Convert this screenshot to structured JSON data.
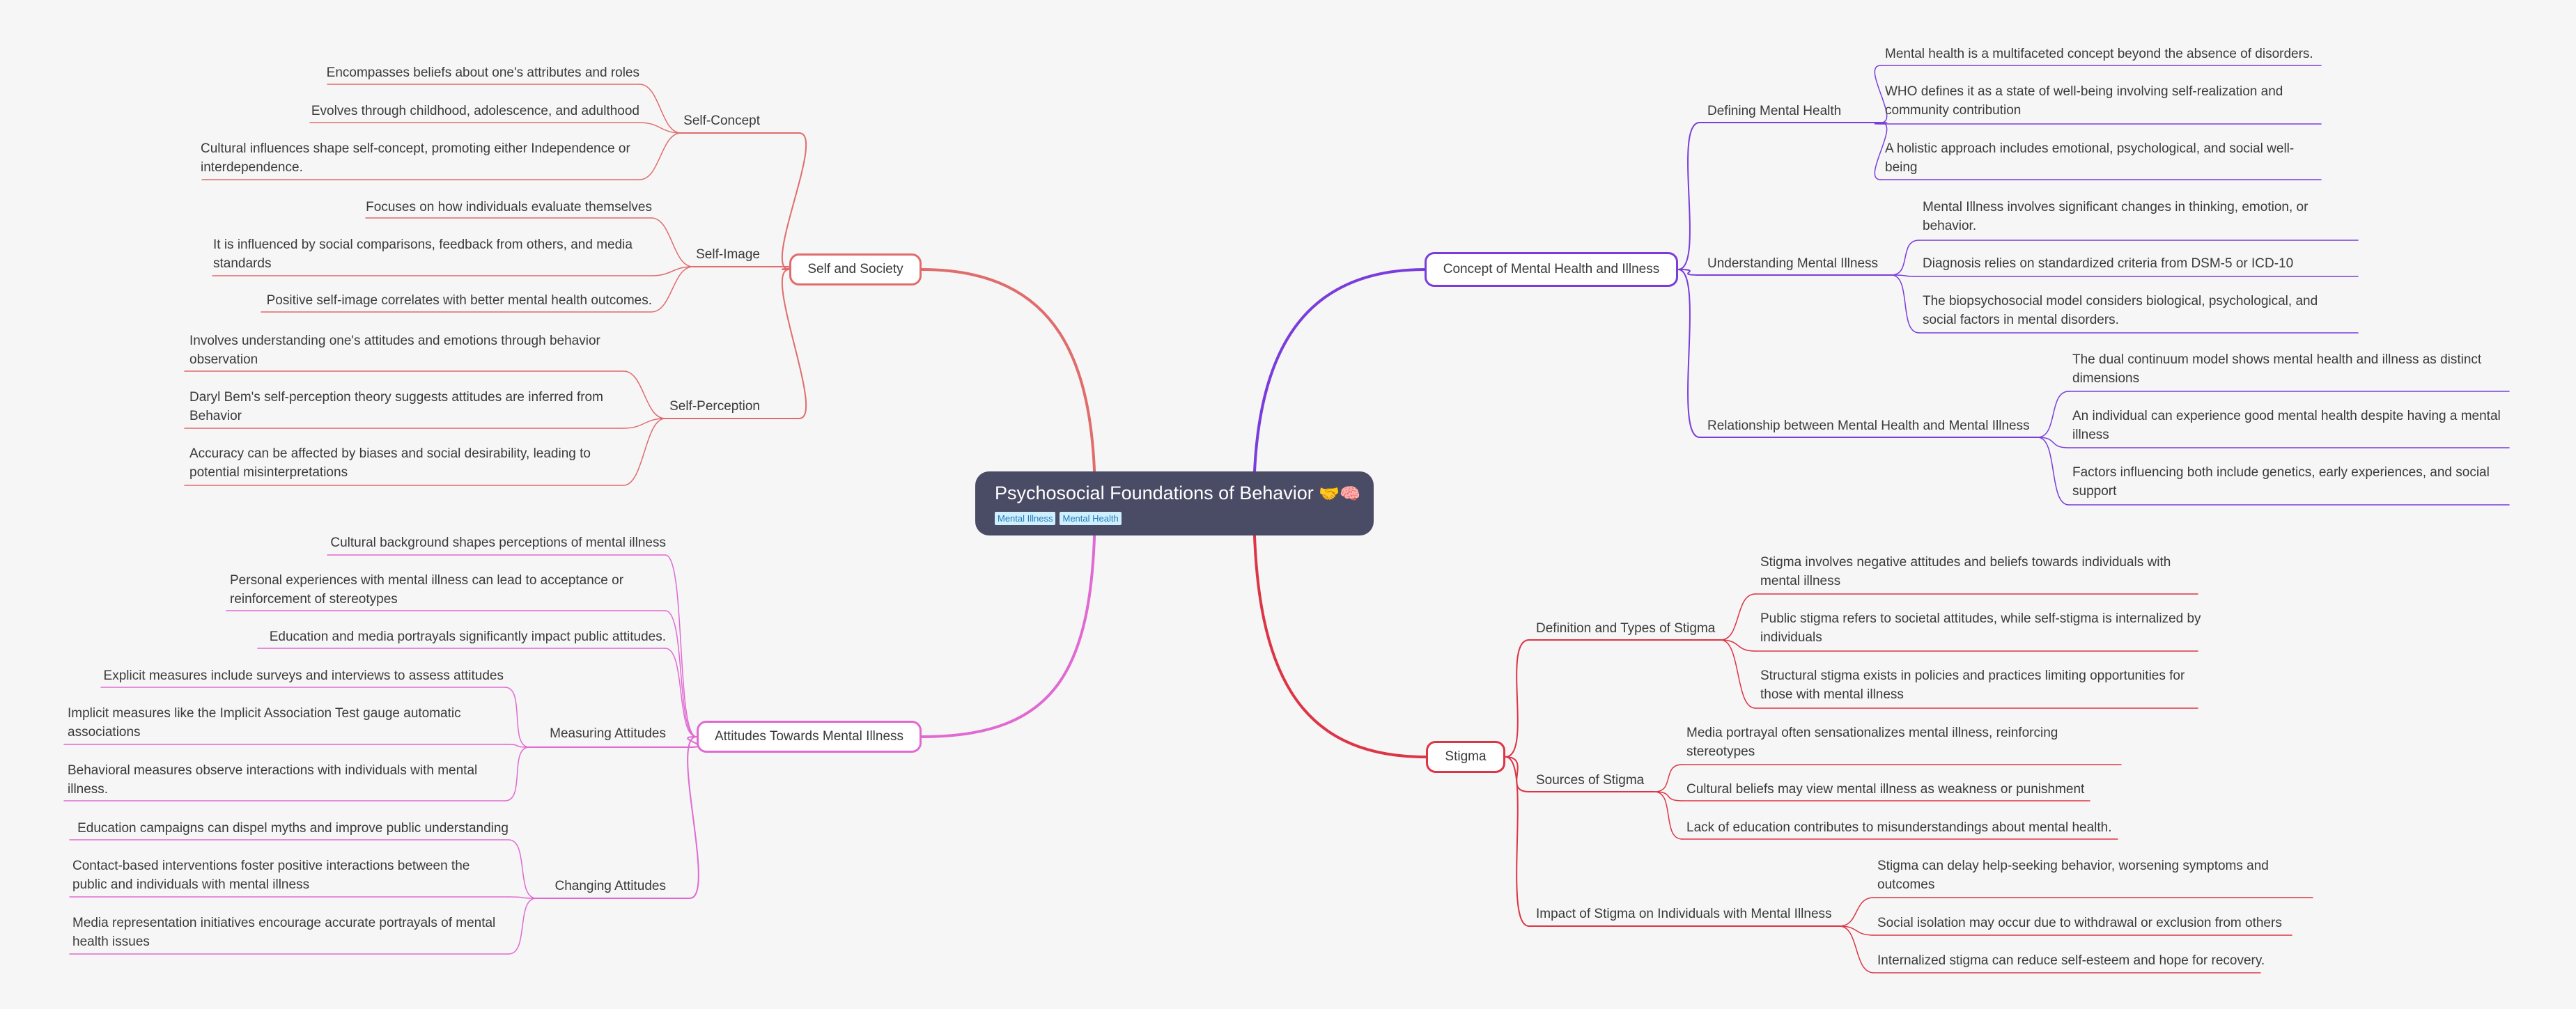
{
  "root": {
    "title": "Psychosocial Foundations of Behavior",
    "emoji": "🤝🧠",
    "tags": [
      "Mental Illness",
      "Mental Health"
    ]
  },
  "colors": {
    "self_society": "#e06c6c",
    "concept": "#7a3ddb",
    "attitudes": "#e06ad2",
    "stigma": "#dc3545",
    "root_bg": "#4a4c66"
  },
  "branches": {
    "self_society": {
      "label": "Self and Society",
      "subs": [
        {
          "label": "Self-Concept",
          "leaves": [
            "Encompasses beliefs about one's attributes and roles",
            "Evolves through childhood, adolescence, and adulthood",
            "Cultural influences shape self-concept, promoting either Independence or interdependence."
          ]
        },
        {
          "label": "Self-Image",
          "leaves": [
            "Focuses on how individuals evaluate themselves",
            "It is influenced by social comparisons, feedback from others, and media standards",
            "Positive self-image correlates with better mental health outcomes."
          ]
        },
        {
          "label": "Self-Perception",
          "leaves": [
            "Involves understanding one's attitudes and emotions through behavior observation",
            "Daryl Bem's self-perception theory suggests attitudes are inferred from Behavior",
            "Accuracy can be affected by biases and social desirability, leading to potential misinterpretations"
          ]
        }
      ]
    },
    "attitudes": {
      "label": "Attitudes Towards Mental Illness",
      "direct_leaves": [
        "Cultural background shapes perceptions of mental illness",
        "Personal experiences with mental illness can lead to acceptance or reinforcement of stereotypes",
        "Education and media portrayals significantly impact public attitudes."
      ],
      "subs": [
        {
          "label": "Measuring Attitudes",
          "leaves": [
            "Explicit measures include surveys and interviews to assess attitudes",
            "Implicit measures like the Implicit Association Test gauge automatic associations",
            "Behavioral measures observe interactions with individuals with mental illness."
          ]
        },
        {
          "label": "Changing Attitudes",
          "leaves": [
            "Education campaigns can dispel myths and improve public understanding",
            "Contact-based interventions foster positive interactions between the public and individuals with mental illness",
            "Media representation initiatives encourage accurate portrayals of mental health issues"
          ]
        }
      ]
    },
    "concept": {
      "label": "Concept of Mental Health and Illness",
      "subs": [
        {
          "label": "Defining Mental Health",
          "leaves": [
            "Mental health is a multifaceted concept beyond the absence of disorders.",
            "WHO defines it as a state of well-being involving self-realization and community contribution",
            "A holistic approach includes emotional, psychological, and social well-being"
          ]
        },
        {
          "label": "Understanding Mental Illness",
          "leaves": [
            "Mental Illness involves significant changes in thinking, emotion, or behavior.",
            "Diagnosis relies on standardized criteria from DSM-5 or ICD-10",
            "The biopsychosocial model considers biological, psychological, and social factors in mental disorders."
          ]
        },
        {
          "label": "Relationship between Mental Health and Mental Illness",
          "leaves": [
            "The dual continuum model shows mental health and illness as distinct dimensions",
            "An individual can experience good mental health despite having a mental illness",
            "Factors influencing both include genetics, early experiences, and social support"
          ]
        }
      ]
    },
    "stigma": {
      "label": "Stigma",
      "subs": [
        {
          "label": "Definition and Types of Stigma",
          "leaves": [
            "Stigma involves negative attitudes and beliefs towards individuals with mental illness",
            "Public stigma refers to societal attitudes, while self-stigma is internalized by individuals",
            "Structural stigma exists in policies and practices limiting opportunities for those with mental illness"
          ]
        },
        {
          "label": "Sources of Stigma",
          "leaves": [
            "Media portrayal often sensationalizes mental illness, reinforcing stereotypes",
            "Cultural beliefs may view mental illness as weakness or punishment",
            "Lack of education contributes to misunderstandings about mental health."
          ]
        },
        {
          "label": "Impact of Stigma on Individuals with Mental Illness",
          "leaves": [
            "Stigma can delay help-seeking behavior, worsening symptoms and outcomes",
            "Social isolation may occur due to withdrawal or exclusion from others",
            "Internalized stigma can reduce self-esteem and hope for recovery."
          ]
        }
      ]
    }
  }
}
